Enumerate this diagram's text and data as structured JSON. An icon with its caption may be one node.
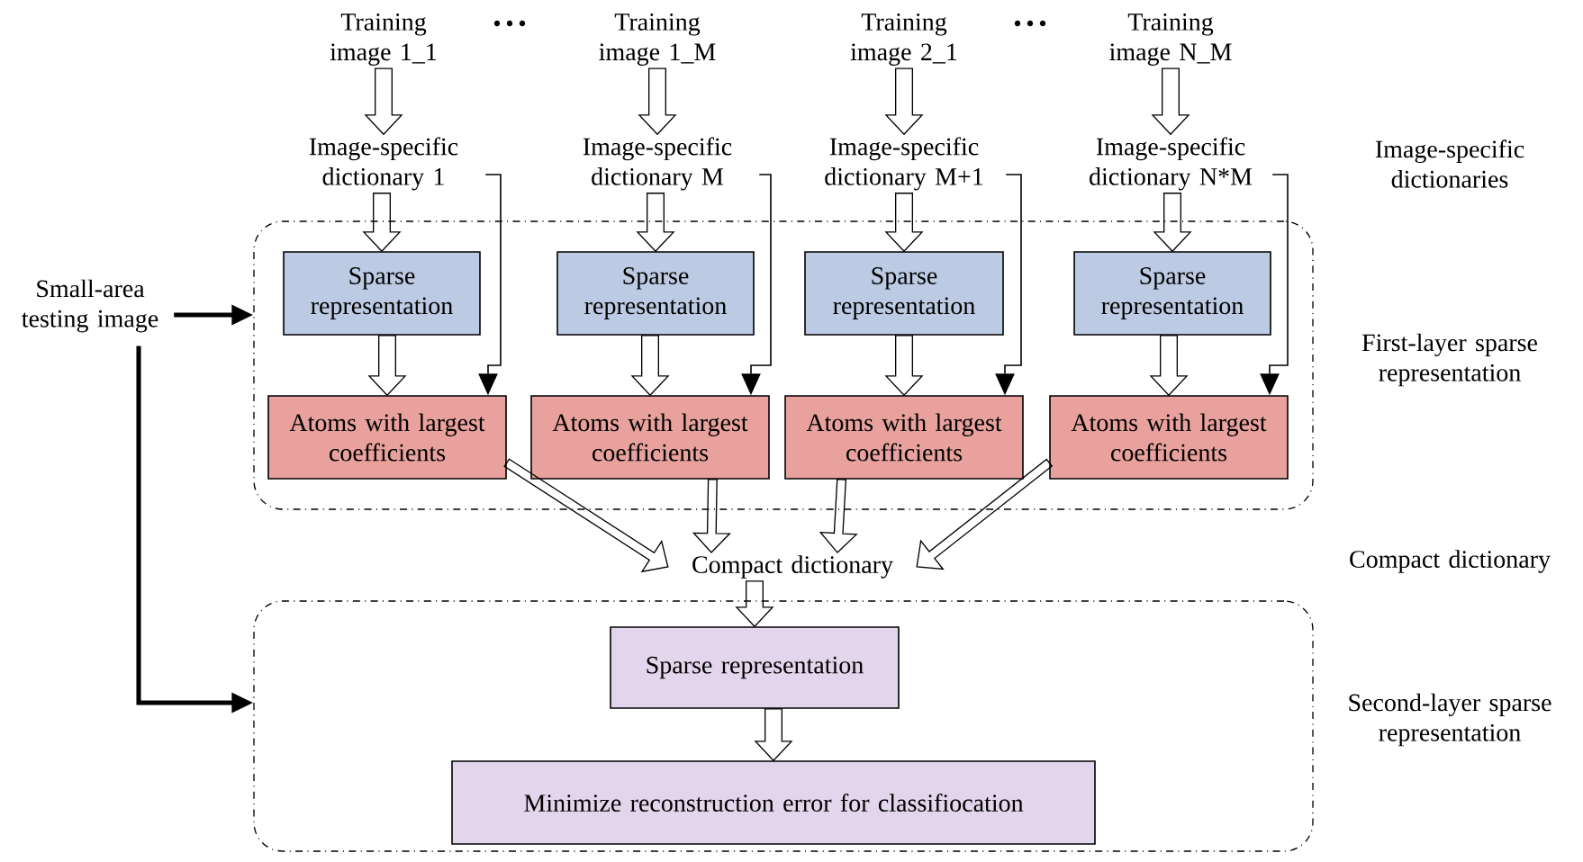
{
  "diagram": {
    "nodes": [
      {
        "text": [
          "Training image 1_1"
        ]
      },
      {
        "text": [
          "Training image 1_M"
        ]
      },
      {
        "text": [
          "Training image 2_1"
        ]
      },
      {
        "text": [
          "Training image N_M"
        ]
      },
      {
        "text": [
          "Image-specific dictionary 1"
        ]
      },
      {
        "text": [
          "Image-specific dictionary M"
        ]
      },
      {
        "text": [
          "Image-specific dictionary M+1"
        ]
      },
      {
        "text": [
          "Image-specific dictionary N*M"
        ]
      },
      {
        "text": [],
        "shape": "box"
      },
      {
        "text": [
          "Sparse representation"
        ],
        "in": 8
      },
      {
        "text": [
          "Sparse representation"
        ],
        "in": 8
      },
      {
        "text": [
          "Sparse representation"
        ],
        "in": 8
      },
      {
        "text": [
          "Sparse representation"
        ],
        "in": 8
      },
      {
        "text": [
          "Atoms with largest coefficients"
        ],
        "in": 8
      },
      {
        "text": [
          "Atoms with largest coefficients"
        ],
        "in": 8
      },
      {
        "text": [
          "Atoms with largest coefficients"
        ],
        "in": 8
      },
      {
        "text": [
          "Atoms with largest coefficients"
        ],
        "in": 8
      },
      {
        "text": [
          "Compact dictionary"
        ]
      },
      {
        "text": [],
        "shape": "box"
      },
      {
        "text": [
          "Sparse representation"
        ],
        "in": 18
      },
      {
        "text": [
          "Minimize reconstruction error for classifiocation"
        ],
        "in": 18
      },
      {
        "text": [
          "Small-area testing image"
        ]
      }
    ],
    "edges": [
      {
        "from": 0,
        "to": 4,
        "arrow": "to"
      },
      {
        "from": 1,
        "to": 5,
        "arrow": "to"
      },
      {
        "from": 2,
        "to": 6,
        "arrow": "to"
      },
      {
        "from": 3,
        "to": 7,
        "arrow": "to"
      },
      {
        "from": 4,
        "to": 9,
        "arrow": "to"
      },
      {
        "from": 5,
        "to": 10,
        "arrow": "to"
      },
      {
        "from": 6,
        "to": 11,
        "arrow": "to"
      },
      {
        "from": 7,
        "to": 12,
        "arrow": "to"
      },
      {
        "from": 9,
        "to": 13,
        "arrow": "to"
      },
      {
        "from": 10,
        "to": 14,
        "arrow": "to"
      },
      {
        "from": 11,
        "to": 15,
        "arrow": "to"
      },
      {
        "from": 12,
        "to": 16,
        "arrow": "to"
      },
      {
        "from": 4,
        "to": 13,
        "arrow": "to"
      },
      {
        "from": 5,
        "to": 14,
        "arrow": "to"
      },
      {
        "from": 6,
        "to": 15,
        "arrow": "to"
      },
      {
        "from": 7,
        "to": 16,
        "arrow": "to"
      },
      {
        "from": 13,
        "to": 17,
        "arrow": "to"
      },
      {
        "from": 14,
        "to": 17,
        "arrow": "to"
      },
      {
        "from": 15,
        "to": 17,
        "arrow": "to"
      },
      {
        "from": 16,
        "to": 17,
        "arrow": "to"
      },
      {
        "from": 17,
        "to": 19,
        "arrow": "to"
      },
      {
        "from": 19,
        "to": 20,
        "arrow": "to"
      },
      {
        "from": 21,
        "to": 8,
        "arrow": "to",
        "style": "thick"
      },
      {
        "from": 21,
        "to": 18,
        "arrow": "to",
        "style": "thick"
      }
    ],
    "labels": [
      "Image-specific dictionaries",
      "First-layer sparse representation",
      "Compact dictionary",
      "Second-layer sparse representation"
    ]
  }
}
